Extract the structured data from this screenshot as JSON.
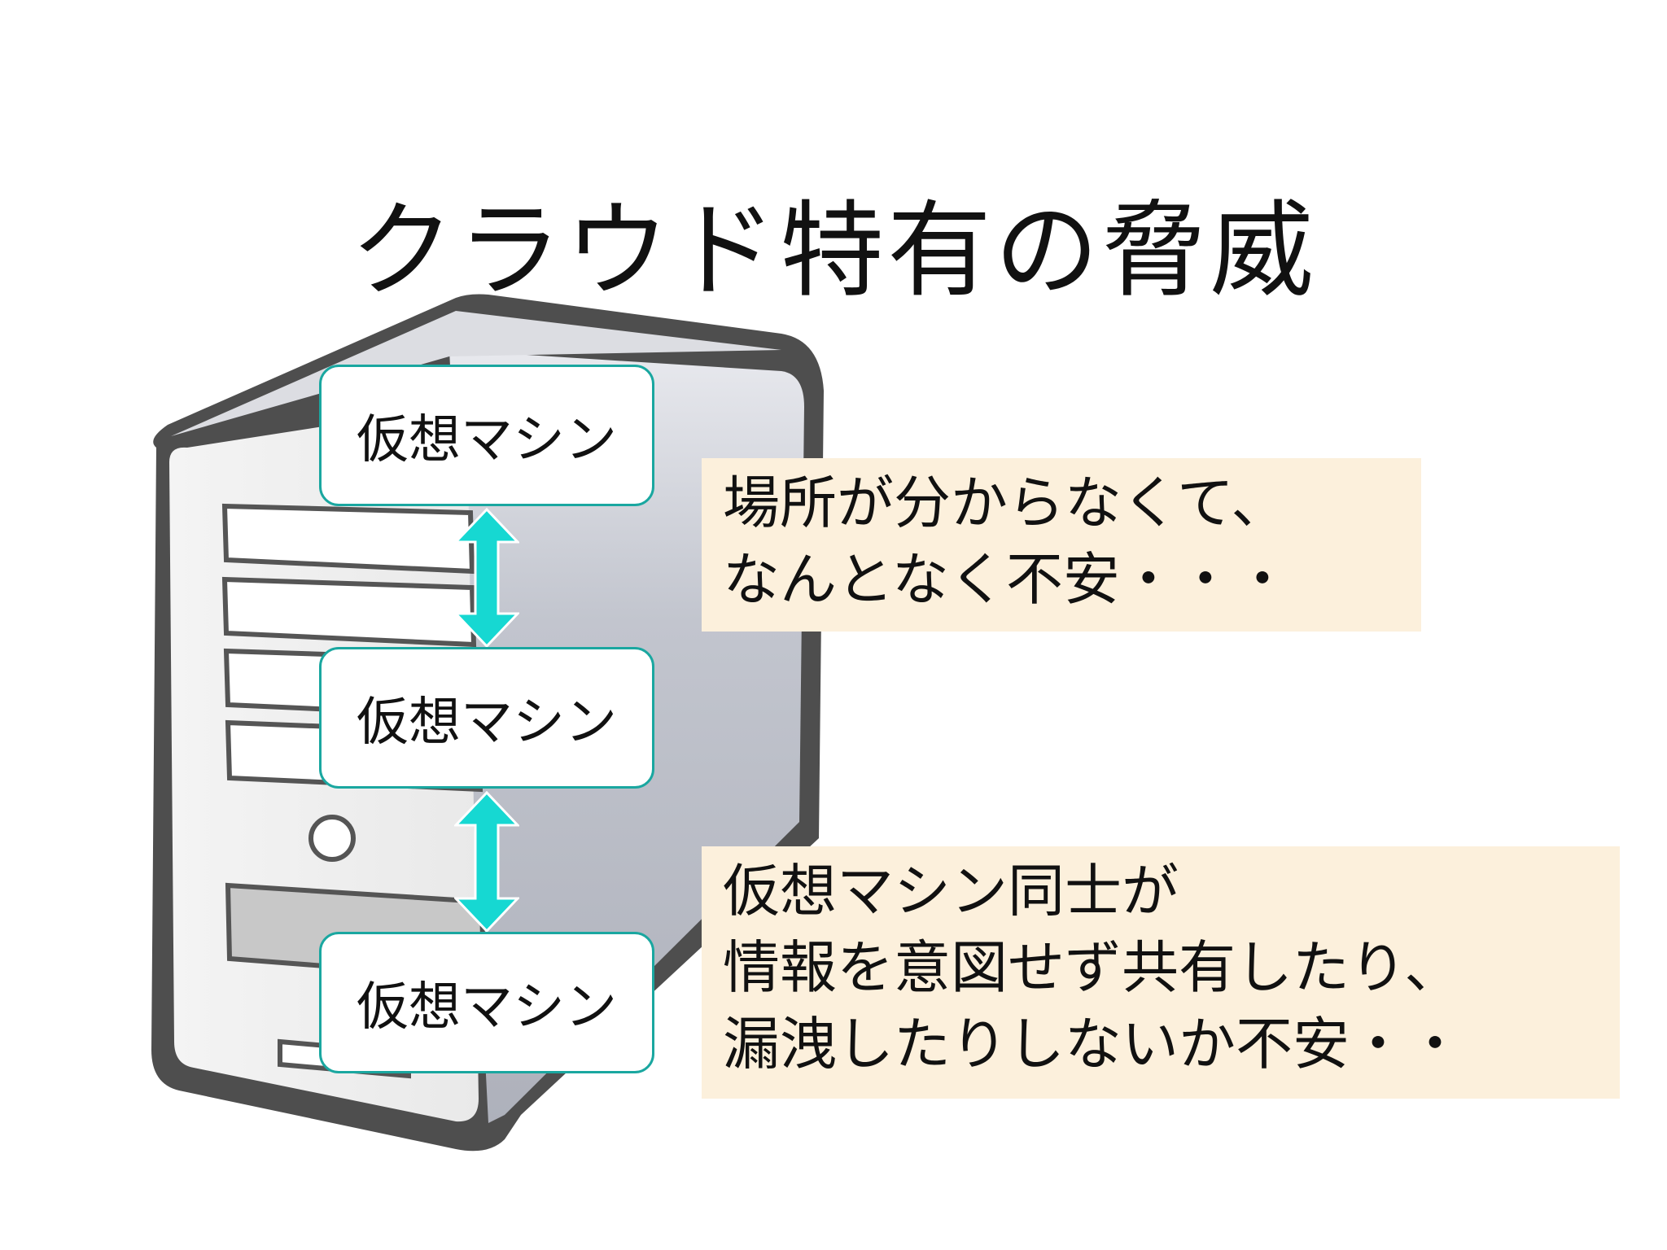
{
  "title": "クラウド特有の脅威",
  "vms": [
    {
      "label": "仮想マシン"
    },
    {
      "label": "仮想マシン"
    },
    {
      "label": "仮想マシン"
    }
  ],
  "notes": [
    {
      "lines": [
        "場所が分からなくて、",
        "なんとなく不安・・・"
      ]
    },
    {
      "lines": [
        "仮想マシン同士が",
        "情報を意図せず共有したり、",
        "漏洩したりしないか不安・・"
      ]
    }
  ],
  "colors": {
    "arrow": "#16d8d2",
    "vm_border": "#1aa7a0",
    "note_background": "#fcf0dc",
    "server_side": "#b7bac4"
  },
  "icons": {
    "server": "server-tower-icon",
    "arrows": "double-headed-arrow-icon"
  }
}
